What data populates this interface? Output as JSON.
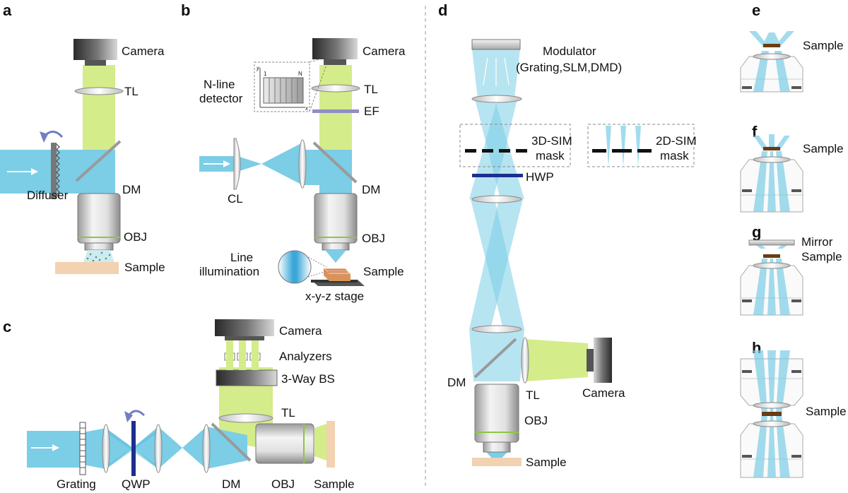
{
  "panels": {
    "a": {
      "letter": "a",
      "camera": "Camera",
      "tl": "TL",
      "diffuser": "Diffuser",
      "dm": "DM",
      "obj": "OBJ",
      "sample": "Sample"
    },
    "b": {
      "letter": "b",
      "camera": "Camera",
      "tl": "TL",
      "ef": "EF",
      "detector_line1": "N-line",
      "detector_line2": "detector",
      "inset_y": "y",
      "inset_x": "x",
      "inset_1": "1",
      "inset_n": "N",
      "cl": "CL",
      "dm": "DM",
      "obj": "OBJ",
      "line_illum_1": "Line",
      "line_illum_2": "illumination",
      "sample": "Sample",
      "stage": "x-y-z stage"
    },
    "c": {
      "letter": "c",
      "camera": "Camera",
      "analyzers": "Analyzers",
      "bs": "3-Way BS",
      "tl": "TL",
      "grating": "Grating",
      "qwp": "QWP",
      "dm": "DM",
      "obj": "OBJ",
      "sample": "Sample"
    },
    "d": {
      "letter": "d",
      "modulator_1": "Modulator",
      "modulator_2": "(Grating,SLM,DMD)",
      "mask3d_1": "3D-SIM",
      "mask3d_2": "mask",
      "mask2d_1": "2D-SIM",
      "mask2d_2": "mask",
      "hwp": "HWP",
      "dm": "DM",
      "tl": "TL",
      "camera": "Camera",
      "obj": "OBJ",
      "sample": "Sample"
    },
    "e": {
      "letter": "e",
      "sample": "Sample"
    },
    "f": {
      "letter": "f",
      "sample": "Sample"
    },
    "g": {
      "letter": "g",
      "mirror": "Mirror",
      "sample": "Sample"
    },
    "h": {
      "letter": "h",
      "sample": "Sample"
    }
  },
  "colors": {
    "illumination": "#7ccde6",
    "emission": "#d4ec8a",
    "sample": "#f2d2b0",
    "dm": "#9a9a9a",
    "hwp": "#1c2f8f",
    "rotation_arrow": "#6f7fc4",
    "ef": "#8c8fc6"
  }
}
